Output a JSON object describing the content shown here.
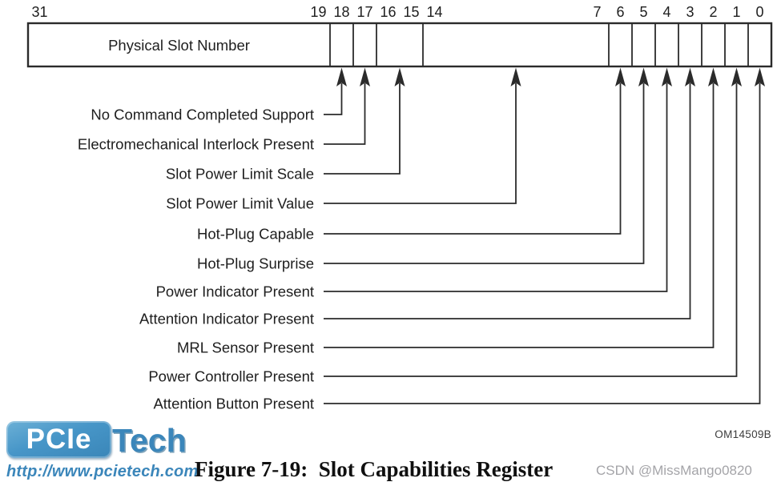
{
  "figure": {
    "caption": "Figure 7-19:  Slot Capabilities Register",
    "doc_code": "OM14509B",
    "watermark": "CSDN @MissMango0820"
  },
  "logo": {
    "badge_text": "PCIe",
    "suffix_text": "Tech",
    "url": "http://www.pcietech.com",
    "brand_color": "#3b86ba"
  },
  "register": {
    "name": "Slot Capabilities Register",
    "width_bits": 32,
    "line_color": "#2b2b2b",
    "text_color": "#1e1e1e",
    "shown_bit_numbers": [
      31,
      19,
      18,
      17,
      16,
      15,
      14,
      7,
      6,
      5,
      4,
      3,
      2,
      1,
      0
    ],
    "fields": [
      {
        "bits": "31:19",
        "hi": 31,
        "lo": 19,
        "label": "Physical Slot Number"
      },
      {
        "bits": "18",
        "hi": 18,
        "lo": 18,
        "label": ""
      },
      {
        "bits": "17",
        "hi": 17,
        "lo": 17,
        "label": ""
      },
      {
        "bits": "16:15",
        "hi": 16,
        "lo": 15,
        "label": ""
      },
      {
        "bits": "14:7",
        "hi": 14,
        "lo": 7,
        "label": ""
      },
      {
        "bits": "6",
        "hi": 6,
        "lo": 6,
        "label": ""
      },
      {
        "bits": "5",
        "hi": 5,
        "lo": 5,
        "label": ""
      },
      {
        "bits": "4",
        "hi": 4,
        "lo": 4,
        "label": ""
      },
      {
        "bits": "3",
        "hi": 3,
        "lo": 3,
        "label": ""
      },
      {
        "bits": "2",
        "hi": 2,
        "lo": 2,
        "label": ""
      },
      {
        "bits": "1",
        "hi": 1,
        "lo": 1,
        "label": ""
      },
      {
        "bits": "0",
        "hi": 0,
        "lo": 0,
        "label": ""
      }
    ],
    "callouts": [
      {
        "label": "No Command Completed Support",
        "bits": "18",
        "hi": 18,
        "lo": 18
      },
      {
        "label": "Electromechanical Interlock Present",
        "bits": "17",
        "hi": 17,
        "lo": 17
      },
      {
        "label": "Slot Power Limit Scale",
        "bits": "16:15",
        "hi": 16,
        "lo": 15
      },
      {
        "label": "Slot Power Limit Value",
        "bits": "14:7",
        "hi": 14,
        "lo": 7
      },
      {
        "label": "Hot-Plug Capable",
        "bits": "6",
        "hi": 6,
        "lo": 6
      },
      {
        "label": "Hot-Plug Surprise",
        "bits": "5",
        "hi": 5,
        "lo": 5
      },
      {
        "label": "Power Indicator Present",
        "bits": "4",
        "hi": 4,
        "lo": 4
      },
      {
        "label": "Attention Indicator Present",
        "bits": "3",
        "hi": 3,
        "lo": 3
      },
      {
        "label": "MRL Sensor Present",
        "bits": "2",
        "hi": 2,
        "lo": 2
      },
      {
        "label": "Power Controller Present",
        "bits": "1",
        "hi": 1,
        "lo": 1
      },
      {
        "label": "Attention Button Present",
        "bits": "0",
        "hi": 0,
        "lo": 0
      }
    ]
  }
}
